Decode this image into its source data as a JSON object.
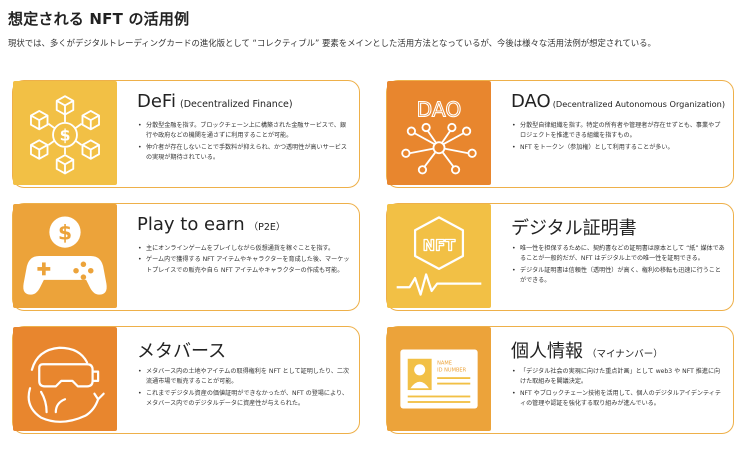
{
  "header": {
    "title": "想定される NFT の活用例",
    "subtitle": "現状では、多くがデジタルトレーディングカードの進化版として “コレクティブル” 要素をメインとした活用方法となっているが、今後は様々な活用法例が想定されている。"
  },
  "colors": {
    "accent_light": "#f2c045",
    "accent_mid": "#eca33a",
    "accent_dark": "#e8862e",
    "border": "#eeb04a"
  },
  "cards": [
    {
      "title": "DeFi",
      "subtitle": "(Decentralized Finance)",
      "icon": "coin-network-icon",
      "bullets": [
        "分散型金融を指す。ブロックチェーン上に構築された金融サービスで、銀行や政府などの機関を通さずに利用することが可能。",
        "仲介者が存在しないことで手数料が抑えられ、かつ透明性が高いサービスの実現が期待されている。"
      ]
    },
    {
      "title": "DAO",
      "subtitle": "(Decentralized Autonomous Organization)",
      "icon": "dao-network-icon",
      "tile_text": "DAO",
      "bullets": [
        "分散型自律組織を指す。特定の所有者や管理者が存在せずとも、事業やプロジェクトを推進できる組織を指すもの。",
        "NFT をトークン（参加権）として利用することが多い。"
      ]
    },
    {
      "title": "Play to earn",
      "subtitle": "（P2E）",
      "icon": "game-controller-icon",
      "bullets": [
        "主にオンラインゲームをプレイしながら仮想通貨を稼ぐことを指す。",
        "ゲーム内で獲得する NFT アイテムやキャラクターを育成した後、マーケットプレイスでの販売や自ら NFT アイテムやキャラクターの作成も可能。"
      ]
    },
    {
      "title": "デジタル証明書",
      "subtitle": "",
      "icon": "nft-badge-icon",
      "tile_text": "NFT",
      "bullets": [
        "唯一性を担保するために、契約書などの証明書は原本として “紙” 媒体であることが一般的だが、NFT はデジタル上での唯一性を証明できる。",
        "デジタル証明書は信頼性（透明性）が高く、権利の移転も迅速に行うことができる。"
      ]
    },
    {
      "title": "メタバース",
      "subtitle": "",
      "icon": "vr-headset-icon",
      "bullets": [
        "メタバース内の土地やアイテムの取得権利を NFT として証明したり、二次流通市場で販売することが可能。",
        "これまでデジタル資産の価値証明ができなかったが、NFT の登場により、メタバース内でのデジタルデータに資産性が与えられた。"
      ]
    },
    {
      "title": "個人情報",
      "subtitle": "（マイナンバー）",
      "icon": "id-card-icon",
      "tile_text_1": "NAME",
      "tile_text_2": "ID NUMBER",
      "bullets": [
        "「デジタル社会の実現に向けた重点計画」として web3 や NFT 推進に向けた取組みを閣議決定。",
        "NFT やブロックチェーン技術を活用して、個人のデジタルアイデンティティの管理や認証を強化する取り組みが進んでいる。"
      ]
    }
  ]
}
